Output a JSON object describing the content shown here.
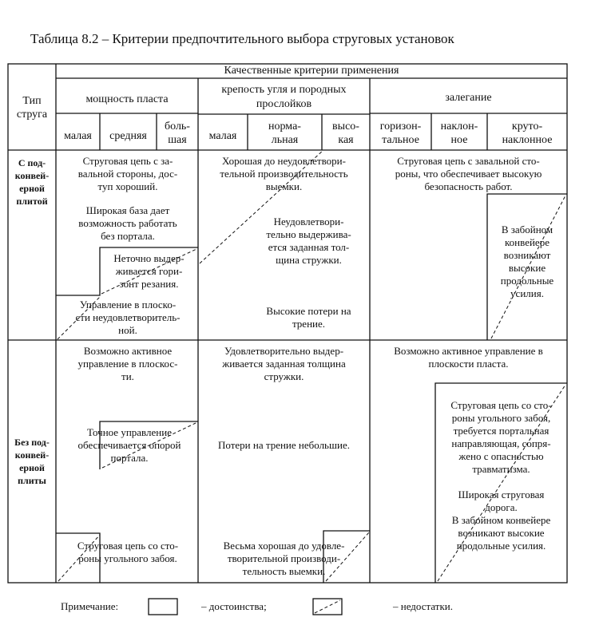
{
  "title": "Таблица 8.2 – Критерии предпочтительного выбора струговых установок",
  "header": {
    "type_col": "Тип\nструга",
    "criteria": "Качественные критерии применения",
    "groups": [
      "мощность пласта",
      "крепость угля и породных\nпрослойков",
      "залегание"
    ],
    "subs": [
      "малая",
      "средняя",
      "боль-\nшая",
      "малая",
      "норма-\nльная",
      "высо-\nкая",
      "горизон-\nтальное",
      "наклон-\nное",
      "круто-\nнаклонное"
    ]
  },
  "row1": {
    "type": "С под-\nконвей-\nерной\nплитой",
    "c1_adv": "Струговая цепь с за-\nвальной стороны, дос-\nтуп хороший.",
    "c1_adv2": "Широкая база дает\nвозможность работать\nбез портала.",
    "c1_dis1": "Неточно выдер-\nживается гори-\nзонт резания.",
    "c1_dis2": "Управление в плоско-\nсти неудовлетворитель-\nной.",
    "c2_dis1": "Хорошая до неудовлетвори-\nтельной производительность\nвыемки.",
    "c2_dis2": "Неудовлетвори-\nтельно выдержива-\nется заданная тол-\nщина стружки.",
    "c2_dis3": "Высокие потери на\nтрение.",
    "c3_adv": "Струговая цепь с завальной сто-\nроны, что обеспечивает высокую\nбезопасность работ.",
    "c3_dis": "В забойном\nконвейере\nвозникают\nвысокие\nпродольные\nусилия."
  },
  "row2": {
    "type": "Без под-\nконвей-\nерной\nплиты",
    "c1_adv": "Возможно активное\nуправление в плоскос-\nти.",
    "c1_dis1": "Точное управление\nобеспечивается опорой\nпортала.",
    "c1_dis2": "Струговая цепь со сто-\nроны угольного забоя.",
    "c2_adv": "Удовлетворительно выдер-\nживается заданная толщина\nстружки.",
    "c2_adv2": "Потери на трение небольшие.",
    "c2_dis": "Весьма хорошая до удовле-\nтворительной производи-\nтельность выемки.",
    "c3_adv": "Возможно активное управление в\nплоскости пласта.",
    "c3_dis": "Струговая цепь со сто-\nроны угольного забоя,\nтребуется портальная\nнаправляющая, сопря-\nжено с опасностью\nтравматизма.\n\nШирокая струговая\nдорога.\nВ забойном конвейере\nвозникают высокие\nпродольные усилия."
  },
  "note": {
    "label": "Примечание:",
    "advantages": "– достоинства;",
    "disadvantages": "– недостатки."
  }
}
